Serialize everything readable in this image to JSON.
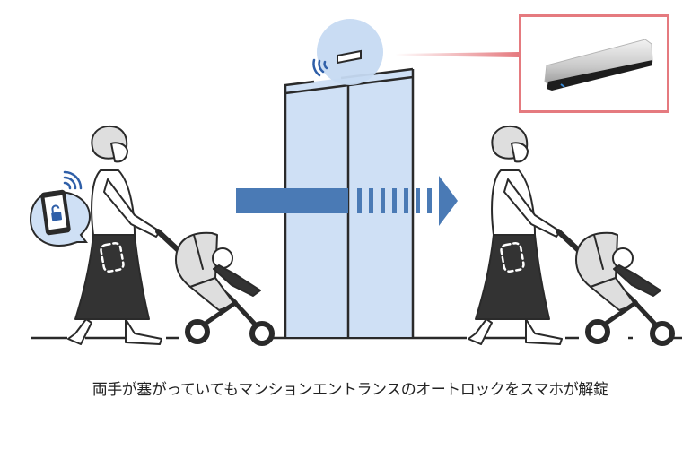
{
  "caption": "両手が塞がっていてもマンションエントランスのオートロックをスマホが解錠",
  "colors": {
    "arrow_blue": "#4a7ab5",
    "door_glass": "#cfe0f5",
    "highlight_circle": "#c6daf2",
    "callout_border": "#e57a7f",
    "line_dark": "#2a2a2a",
    "skirt": "#333333",
    "stroller_canopy": "#dedede"
  },
  "scene": {
    "left_figure": "woman-pushing-stroller-with-phone-in-pocket",
    "phone_bubble": "smartphone-unlock-icon-with-wireless-signal",
    "door": "entrance-auto-lock-door",
    "sensor": "door-mounted-reader-with-wireless-signal",
    "callout_device": "wall-mounted-sensor-device",
    "direction_arrow": "right-arrow-passing-through-door",
    "right_figure": "woman-pushing-stroller-after-entry"
  }
}
